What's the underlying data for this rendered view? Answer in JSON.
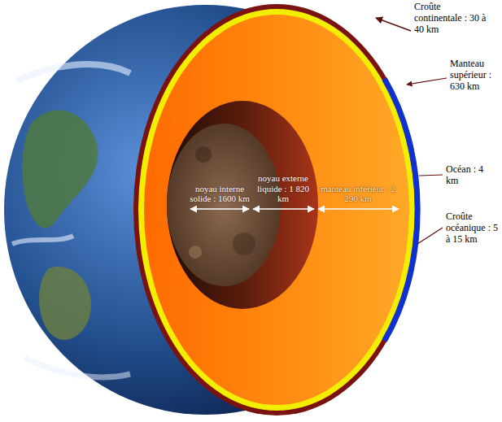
{
  "diagram": {
    "labels": [
      "Croûte continentale : 30 à 40 km",
      "Manteau supérieur : 630 km",
      "Océan : 4 km",
      "Croûte océanique : 5 à 15 km",
      "noyau interne solide : 1600 km",
      "noyau externe liquide : 1 820 km",
      "manteau inférieur : 2 290 km"
    ]
  }
}
